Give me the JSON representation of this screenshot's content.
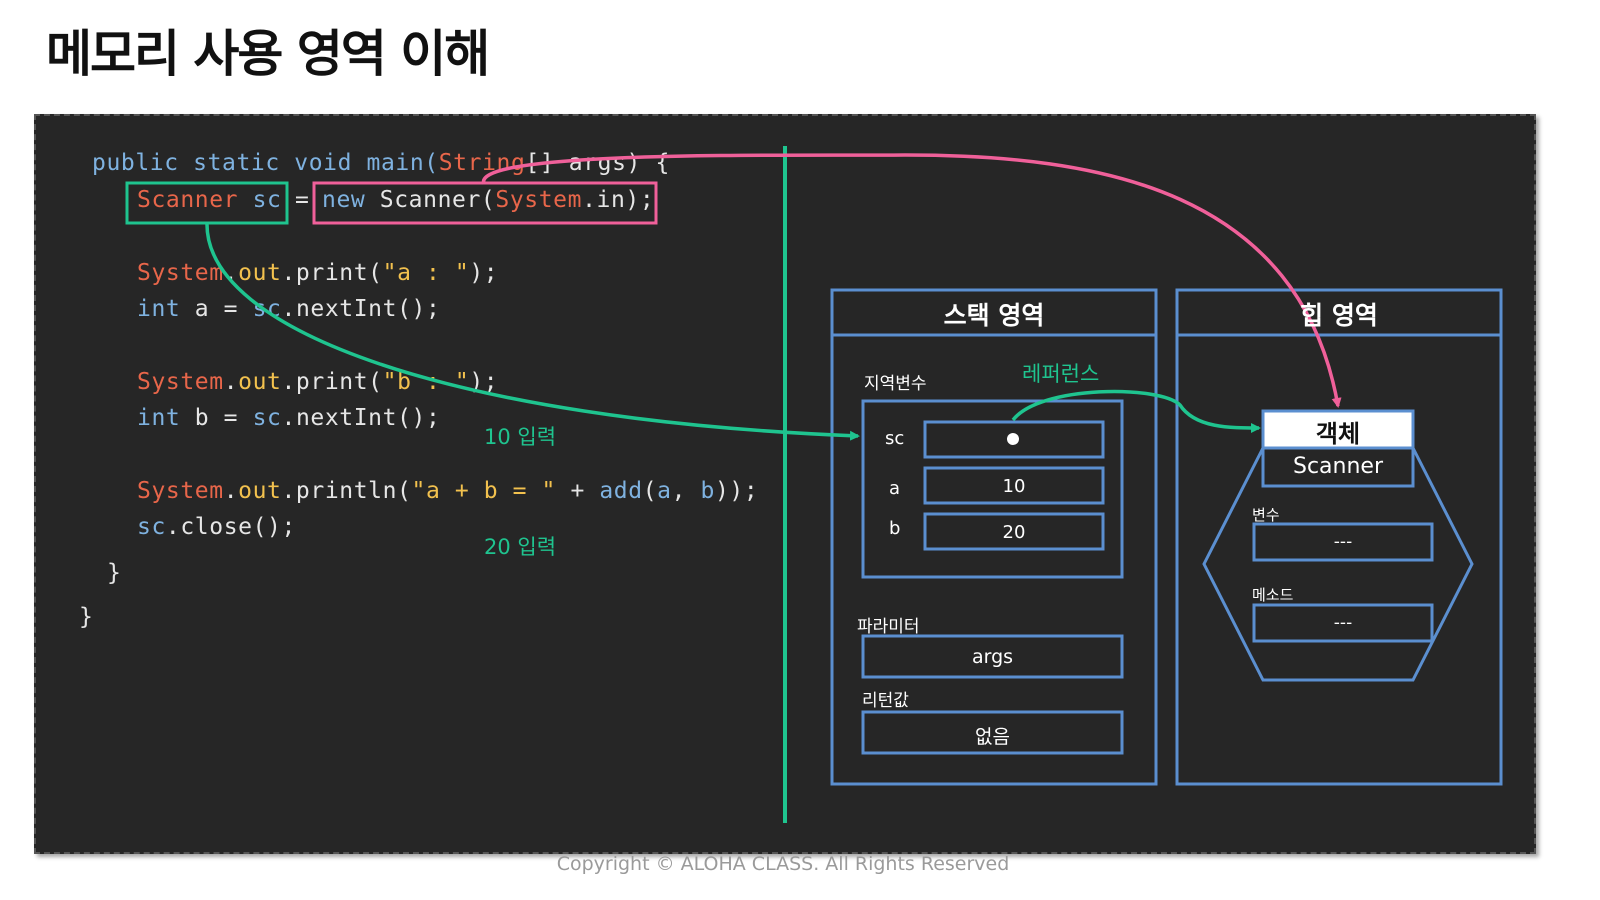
{
  "title": "메모리 사용 영역 이해",
  "code": {
    "line1": [
      "public static void main(",
      "String",
      "[] args) {"
    ],
    "line2": {
      "scanner": "Scanner",
      "sc": "sc",
      "eq": "=",
      "new_kw": "new",
      "scanner2": " Scanner(",
      "system": "System",
      "rest": ".in);"
    },
    "line3": [
      "System",
      ".",
      "out",
      ".print(",
      "\"a : \"",
      ");"
    ],
    "line4": [
      "int",
      " a = ",
      "sc",
      ".nextInt();"
    ],
    "line5": [
      "System",
      ".",
      "out",
      ".print(",
      "\"b : \"",
      ");"
    ],
    "line6": [
      "int",
      " b = ",
      "sc",
      ".nextInt();"
    ],
    "line7": [
      "System",
      ".",
      "out",
      ".println(",
      "\"a + b = \"",
      " + ",
      "add",
      "(",
      "a",
      ", ",
      "b",
      "));"
    ],
    "line8": [
      "sc",
      ".close();"
    ],
    "close_inner": "}",
    "close_outer": "}"
  },
  "annotations": {
    "input_10": "10 입력",
    "input_20": "20 입력",
    "reference": "레퍼런스"
  },
  "stack": {
    "title": "스택 영역",
    "locals_label": "지역변수",
    "vars": [
      {
        "name": "sc",
        "value": "●"
      },
      {
        "name": "a",
        "value": "10"
      },
      {
        "name": "b",
        "value": "20"
      }
    ],
    "params_label": "파라미터",
    "params_value": "args",
    "return_label": "리턴값",
    "return_value": "없음"
  },
  "heap": {
    "title": "힙 영역",
    "object_label": "객체",
    "class_name": "Scanner",
    "fields_label": "변수",
    "fields_value": "---",
    "methods_label": "메소드",
    "methods_value": "---"
  },
  "colors": {
    "green": "#1fc48f",
    "pink": "#f0609a",
    "blue": "#5b8fd0",
    "panel_bg": "#262626"
  },
  "copyright": "Copyright © ALOHA CLASS. All Rights Reserved"
}
